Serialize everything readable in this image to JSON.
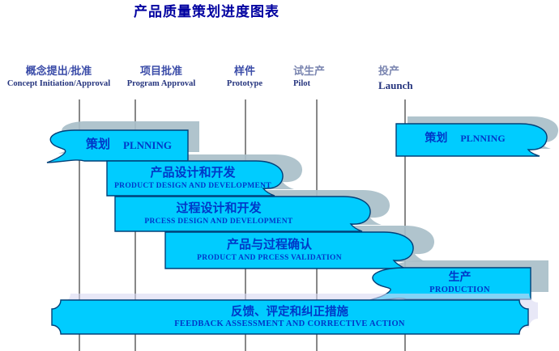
{
  "title": "产品质量策划进度图表",
  "milestones": [
    {
      "zh": "概念提出/批准",
      "en": "Concept Initiation/Approval"
    },
    {
      "zh": "项目批准",
      "en": "Program Approval"
    },
    {
      "zh": "样件",
      "en": "Prototype"
    },
    {
      "zh": "试生产",
      "en": "Pilot"
    },
    {
      "zh": "投产",
      "en": "Launch"
    }
  ],
  "phases": [
    {
      "zh": "策划",
      "en": "PLNNING"
    },
    {
      "zh": "产品设计和开发",
      "en": "PRODUCT DESIGN AND DEVELOPMENT"
    },
    {
      "zh": "过程设计和开发",
      "en": "PRCESS  DESIGN AND DEVELOPMENT"
    },
    {
      "zh": "产品与过程确认",
      "en": "PRODUCT  AND  PRCESS  VALIDATION"
    },
    {
      "zh": "生产",
      "en": "PRODUCTION"
    },
    {
      "zh": "反馈、评定和纠正措施",
      "en": "FEEDBACK ASSESSMENT AND CORRECTIVE ACTION"
    },
    {
      "zh": "策划",
      "en": "PLNNING"
    }
  ],
  "colors": {
    "banner_fill": "#00CCFF",
    "banner_border": "#004078",
    "banner_text": "#0038C8",
    "shadow": "#A9BFC9",
    "shadow_light": "#D9D9F2",
    "heading_text": "#3B4CA8",
    "heading_text_faded": "#7A85B0",
    "title_text": "#0000A0",
    "timeline_line": "#3A3A3A"
  }
}
